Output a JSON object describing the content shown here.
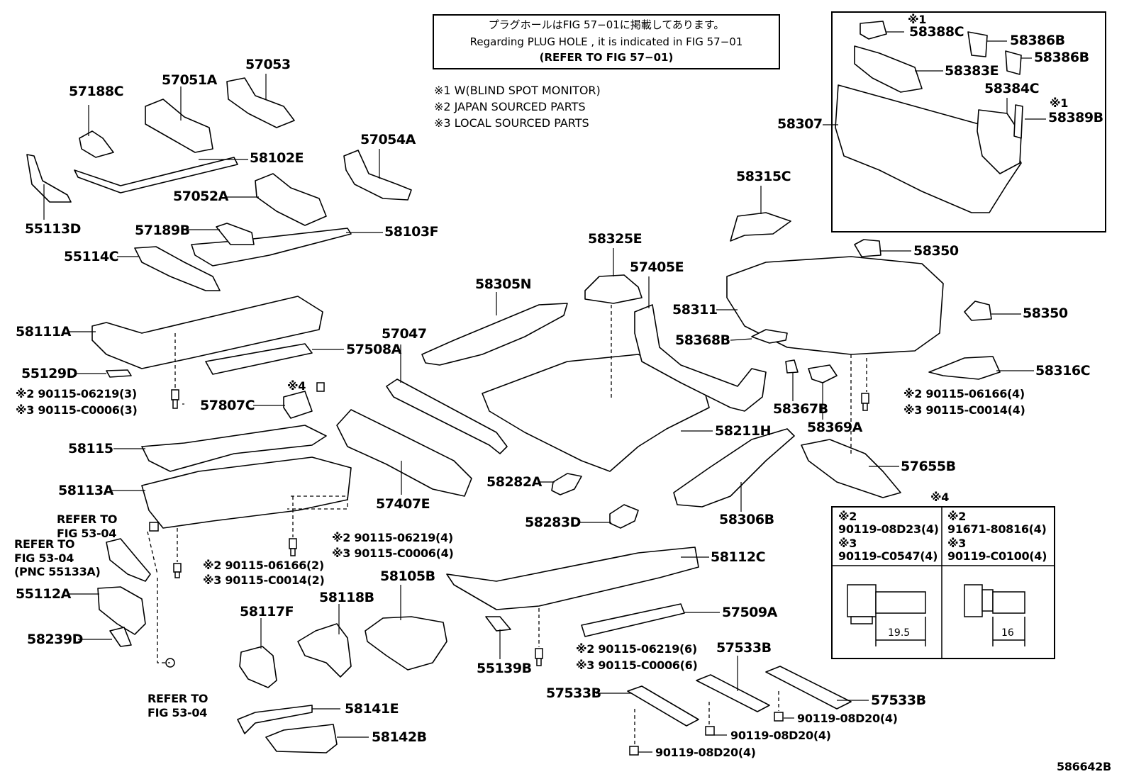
{
  "header_note": {
    "line1": "プラグホールはFIG 57−01に掲載してあります。",
    "line2": "Regarding PLUG HOLE , it is indicated in FIG 57−01",
    "line3": "(REFER TO FIG 57−01)"
  },
  "legend": {
    "n1": "※1 W(BLIND SPOT MONITOR)",
    "n2": "※2 JAPAN SOURCED PARTS",
    "n3": "※3 LOCAL SOURCED PARTS"
  },
  "labels": {
    "p57188C": "57188C",
    "p57051A": "57051A",
    "p57053": "57053",
    "p55113D": "55113D",
    "p58102E": "58102E",
    "p57054A": "57054A",
    "p57052A": "57052A",
    "p57189B": "57189B",
    "p58103F": "58103F",
    "p55114C": "55114C",
    "p58111A": "58111A",
    "p57508A": "57508A",
    "p55129D": "55129D",
    "p58305N": "58305N",
    "p58325E": "58325E",
    "p57405E": "57405E",
    "p57047": "57047",
    "p58315C": "58315C",
    "p58307": "58307",
    "p58388C": "58388C",
    "p58386B_1": "58386B",
    "p58386B_2": "58386B",
    "p58383E": "58383E",
    "p58384C": "58384C",
    "p58389B": "58389B",
    "p58350_1": "58350",
    "p58350_2": "58350",
    "p58311": "58311",
    "p58368B": "58368B",
    "p58316C": "58316C",
    "p58367B": "58367B",
    "p58369A": "58369A",
    "p57807C": "57807C",
    "p58115": "58115",
    "p58211H": "58211H",
    "p57655B": "57655B",
    "p58113A": "58113A",
    "p57407E": "57407E",
    "p58282A": "58282A",
    "p58306B": "58306B",
    "p58283D": "58283D",
    "p55112A": "55112A",
    "p58239D": "58239D",
    "p58105B": "58105B",
    "p58117F": "58117F",
    "p58118B": "58118B",
    "p58112C": "58112C",
    "p57509A": "57509A",
    "p55139B": "55139B",
    "p57533B_1": "57533B",
    "p57533B_2": "57533B",
    "p57533B_3": "57533B",
    "p58141E": "58141E",
    "p58142B": "58142B",
    "diagram_id": "586642B"
  },
  "notes": {
    "mark1a": "※1",
    "mark1b": "※1",
    "mark4a": "※4",
    "mark4b": "※4",
    "b1a": "※2 90115-06219(3)",
    "b1b": "※3 90115-C0006(3)",
    "b2a": "※2 90115-06166(4)",
    "b2b": "※3 90115-C0014(4)",
    "b3a": "※2 90115-06219(4)",
    "b3b": "※3 90115-C0006(4)",
    "b4a": "※2 90115-06166(2)",
    "b4b": "※3 90115-C0014(2)",
    "b5a": "※2 90115-06219(6)",
    "b5b": "※3 90115-C0006(6)",
    "b6": "90119-08D20(4)",
    "b7": "90119-08D20(4)",
    "b8": "90119-08D20(4)",
    "ref1a": "REFER TO",
    "ref1b": "FIG 53-04",
    "ref2a": "REFER TO",
    "ref2b": "FIG 53-04",
    "ref2c": "(PNC 55133A)",
    "ref3a": "REFER TO",
    "ref3b": "FIG 53-04"
  },
  "bolt_table": {
    "left": {
      "m2": "※2",
      "p2": "90119-08D23(4)",
      "m3": "※3",
      "p3": "90119-C0547(4)",
      "dim": "19.5"
    },
    "right": {
      "m2": "※2",
      "p2": "91671-80816(4)",
      "m3": "※3",
      "p3": "90119-C0100(4)",
      "dim": "16"
    }
  }
}
